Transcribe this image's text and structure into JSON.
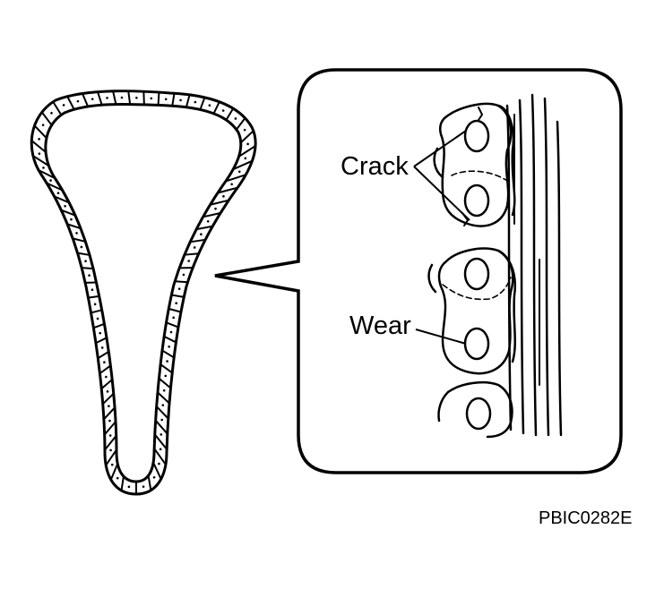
{
  "labels": {
    "crack": "Crack",
    "wear": "Wear",
    "figure_code": "PBIC0282E"
  },
  "colors": {
    "line": "#000000",
    "background": "#ffffff"
  }
}
